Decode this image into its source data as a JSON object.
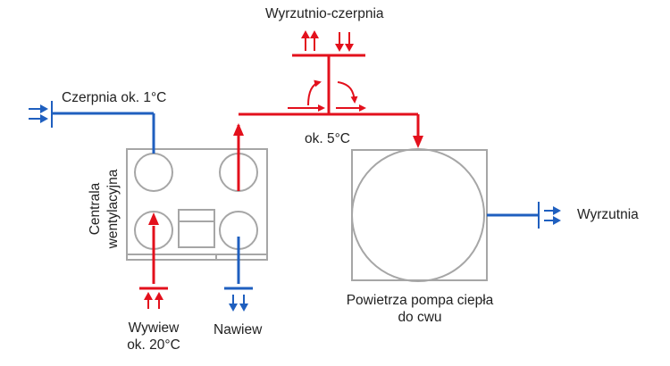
{
  "labels": {
    "wyrzutnio_czerpnia": "Wyrzutnio-czerpnia",
    "czerpnia": "Czerpnia ok. 1°C",
    "ok5": "ok. 5°C",
    "centrala_line1": "Centrala",
    "centrala_line2": "wentylacyjna",
    "wyrzutnia": "Wyrzutnia",
    "pompa_line1": "Powietrza pompa ciepła",
    "pompa_line2": "do cwu",
    "wywiew_line1": "Wywiew",
    "wywiew_line2": "ok. 20°C",
    "nawiew": "Nawiew"
  },
  "colors": {
    "warm": "#e3101c",
    "cold": "#1f5fbf",
    "equipment_outline": "#a6a6a6",
    "text": "#222222"
  }
}
